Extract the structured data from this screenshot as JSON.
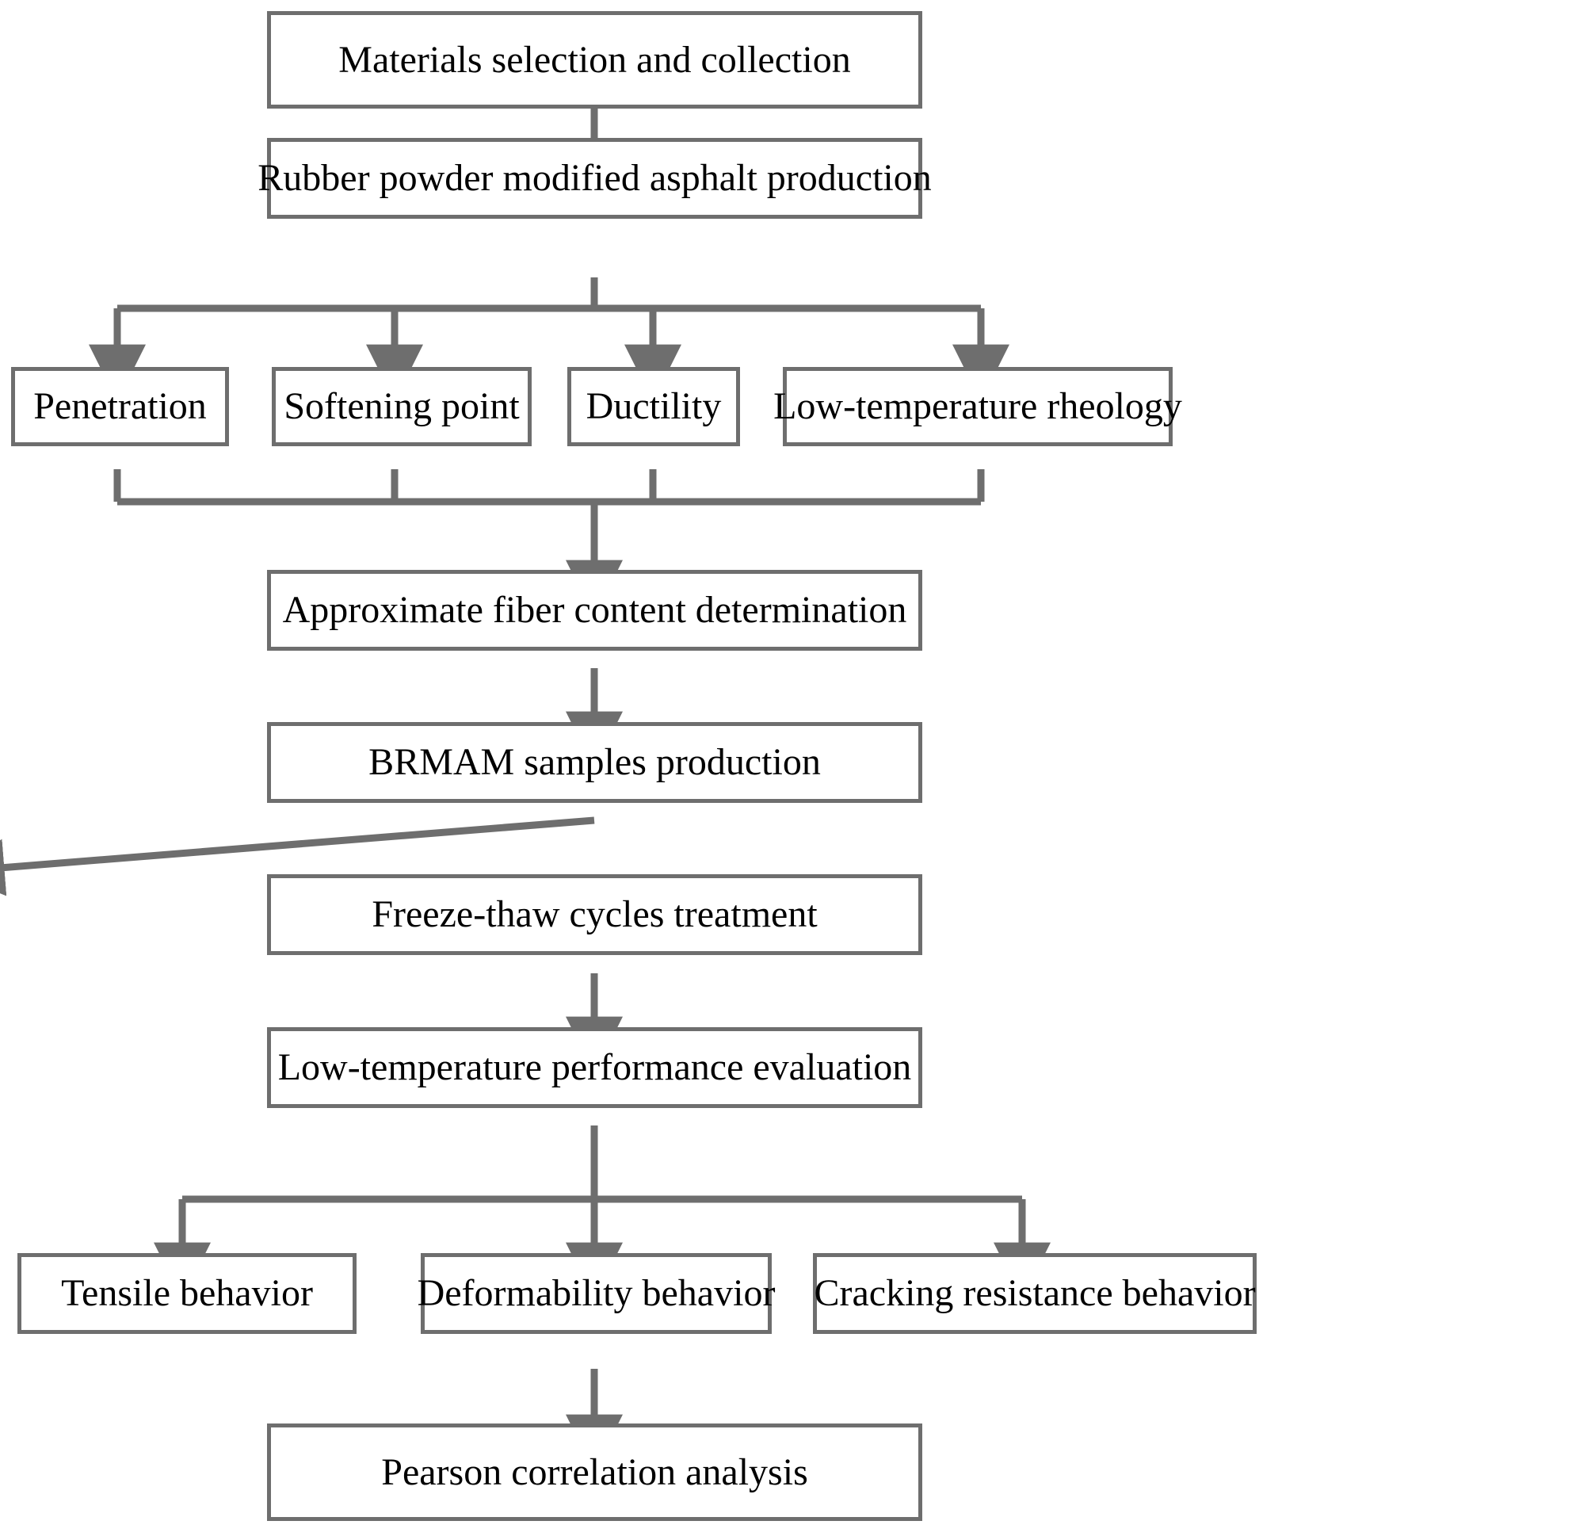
{
  "diagram": {
    "type": "flowchart",
    "title": "Research methodology flowchart",
    "orientation": "top-to-bottom",
    "colors": {
      "box_border": "#6e6e6e",
      "box_fill": "#ffffff",
      "connector": "#6e6e6e",
      "text": "#000000",
      "background": "#ffffff"
    },
    "nodes": [
      {
        "id": "materials",
        "label": "Materials selection and collection"
      },
      {
        "id": "production",
        "label": "Rubber powder modified asphalt production"
      },
      {
        "id": "penetration",
        "label": "Penetration"
      },
      {
        "id": "softening",
        "label": "Softening point"
      },
      {
        "id": "ductility",
        "label": "Ductility"
      },
      {
        "id": "rheology",
        "label": "Low-temperature rheology"
      },
      {
        "id": "fiber",
        "label": "Approximate fiber content determination"
      },
      {
        "id": "brmam",
        "label": "BRMAM samples production"
      },
      {
        "id": "freezethaw",
        "label": "Freeze-thaw cycles treatment"
      },
      {
        "id": "lowtempeval",
        "label": "Low-temperature performance evaluation"
      },
      {
        "id": "tensile",
        "label": "Tensile behavior"
      },
      {
        "id": "deformability",
        "label": "Deformability behavior"
      },
      {
        "id": "cracking",
        "label": "Cracking resistance behavior"
      },
      {
        "id": "pearson",
        "label": "Pearson correlation analysis"
      }
    ],
    "edges": [
      {
        "from": "materials",
        "to": "production",
        "style": "arrow"
      },
      {
        "from": "production",
        "to": "penetration",
        "style": "split-arrow"
      },
      {
        "from": "production",
        "to": "softening",
        "style": "split-arrow"
      },
      {
        "from": "production",
        "to": "ductility",
        "style": "split-arrow"
      },
      {
        "from": "production",
        "to": "rheology",
        "style": "split-arrow"
      },
      {
        "from": "penetration",
        "to": "fiber",
        "style": "merge-arrow"
      },
      {
        "from": "softening",
        "to": "fiber",
        "style": "merge-arrow"
      },
      {
        "from": "ductility",
        "to": "fiber",
        "style": "merge-arrow"
      },
      {
        "from": "rheology",
        "to": "fiber",
        "style": "merge-arrow"
      },
      {
        "from": "fiber",
        "to": "brmam",
        "style": "arrow"
      },
      {
        "from": "brmam",
        "to": "freezethaw",
        "style": "arrow"
      },
      {
        "from": "freezethaw",
        "to": "lowtempeval",
        "style": "arrow"
      },
      {
        "from": "lowtempeval",
        "to": "tensile",
        "style": "split-arrow"
      },
      {
        "from": "lowtempeval",
        "to": "deformability",
        "style": "split-arrow"
      },
      {
        "from": "lowtempeval",
        "to": "cracking",
        "style": "split-arrow"
      },
      {
        "from": "deformability",
        "to": "pearson",
        "style": "arrow"
      }
    ]
  }
}
